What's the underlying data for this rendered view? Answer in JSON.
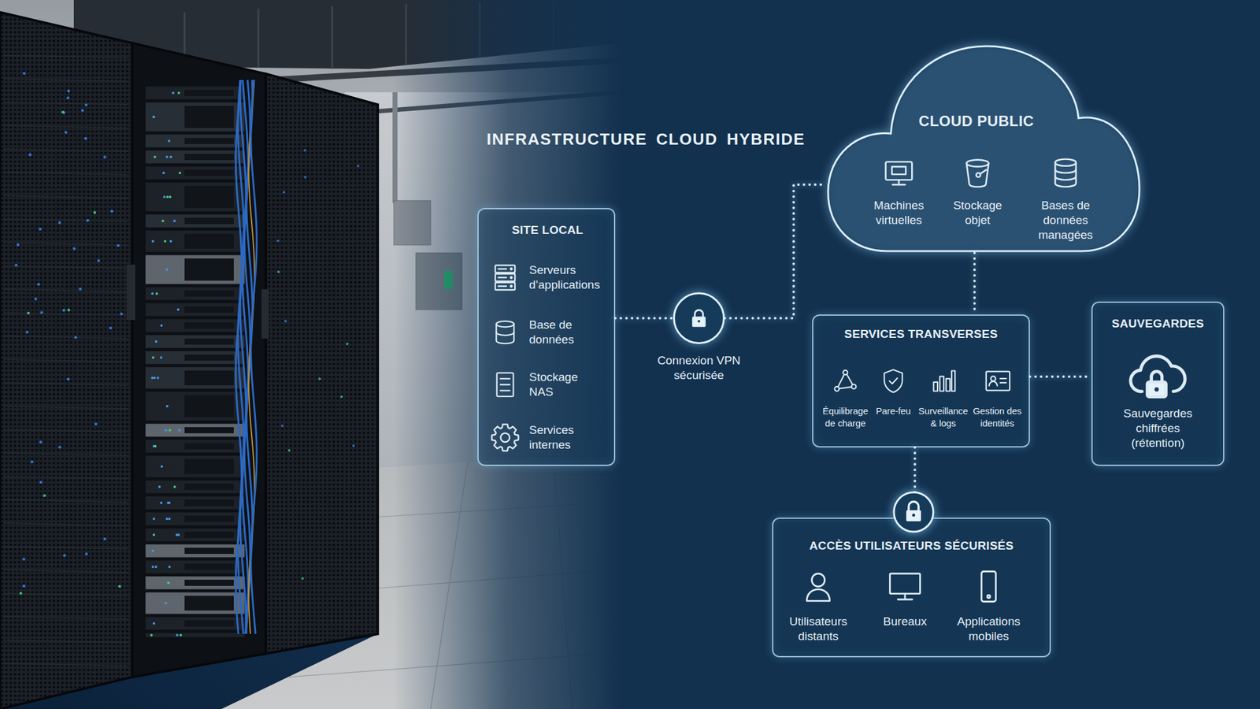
{
  "diagram": {
    "title": "INFRASTRUCTURE CLOUD HYBRIDE",
    "nodes": [
      {
        "text": [
          "SITE LOCAL",
          "Serveurs d’applications",
          "Base de données",
          "Stockage NAS",
          "Services internes"
        ]
      },
      {
        "text": [
          "Connexion VPN sécurisée"
        ]
      },
      {
        "text": [
          "CLOUD PUBLIC",
          "Machines virtuelles",
          "Stockage objet",
          "Bases de données managées"
        ]
      },
      {
        "text": [
          "SERVICES TRANSVERSES",
          "Équilibrage de charge",
          "Pare-feu",
          "Surveillance & logs",
          "Gestion des identités"
        ]
      },
      {
        "text": [
          "SAUVEGARDES",
          "Sauvegardes chiffrées (rétention)"
        ]
      },
      {
        "text": [
          "ACCÈS UTILISATEURS SÉCURISÉS",
          "Utilisateurs distants",
          "Bureaux",
          "Applications mobiles"
        ]
      }
    ],
    "edges": [
      {
        "from": 0,
        "to": 1,
        "arrow": "none"
      },
      {
        "from": 1,
        "to": 2,
        "arrow": "none"
      },
      {
        "from": 2,
        "to": 3,
        "arrow": "none"
      },
      {
        "from": 3,
        "to": 4,
        "arrow": "none"
      },
      {
        "from": 3,
        "to": 5,
        "arrow": "none"
      }
    ]
  }
}
